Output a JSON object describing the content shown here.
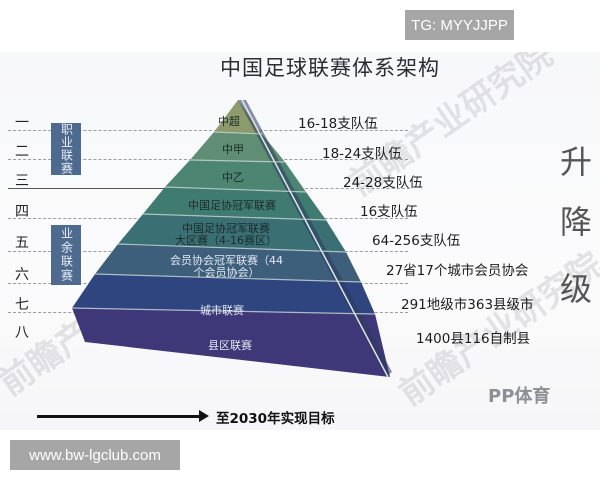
{
  "overlay": {
    "tag": "TG: MYYJJPP",
    "url": "www.bw-lgclub.com"
  },
  "title": "中国足球联赛体系架构",
  "levels": [
    "一",
    "二",
    "三",
    "四",
    "五",
    "六",
    "七",
    "八"
  ],
  "groups": {
    "professional": "职业联赛",
    "amateur": "业余联赛"
  },
  "tiers": [
    {
      "name": "中超",
      "count": "16-18支队伍",
      "color": "#8d9a6b"
    },
    {
      "name": "中甲",
      "count": "18-24支队伍",
      "color": "#5f8e74"
    },
    {
      "name": "中乙",
      "count": "24-28支队伍",
      "color": "#4c8572"
    },
    {
      "name": "中国足协冠军联赛",
      "count": "16支队伍",
      "color": "#3f7b70"
    },
    {
      "name": "中国足协冠军联赛 大区赛（4-16赛区）",
      "line1": "中国足协冠军联赛",
      "line2": "大区赛（4-16赛区）",
      "count": "64-256支队伍",
      "color": "#3a7074"
    },
    {
      "name": "会员协会冠军联赛（44个会员协会）",
      "line1": "会员协会冠军联赛（44",
      "line2": "个会员协会）",
      "count": "27省17个城市会员协会",
      "color": "#3d5f7c"
    },
    {
      "name": "城市联赛",
      "count": "291地级市363县级市",
      "color": "#2f4580"
    },
    {
      "name": "县区联赛",
      "count": "1400县116自制县",
      "color": "#3e3878"
    }
  ],
  "side_label": [
    "升",
    "降",
    "级"
  ],
  "brand": "PP体育",
  "footer": {
    "goal": "至2030年实现目标"
  },
  "watermark": "前瞻产业研究院"
}
